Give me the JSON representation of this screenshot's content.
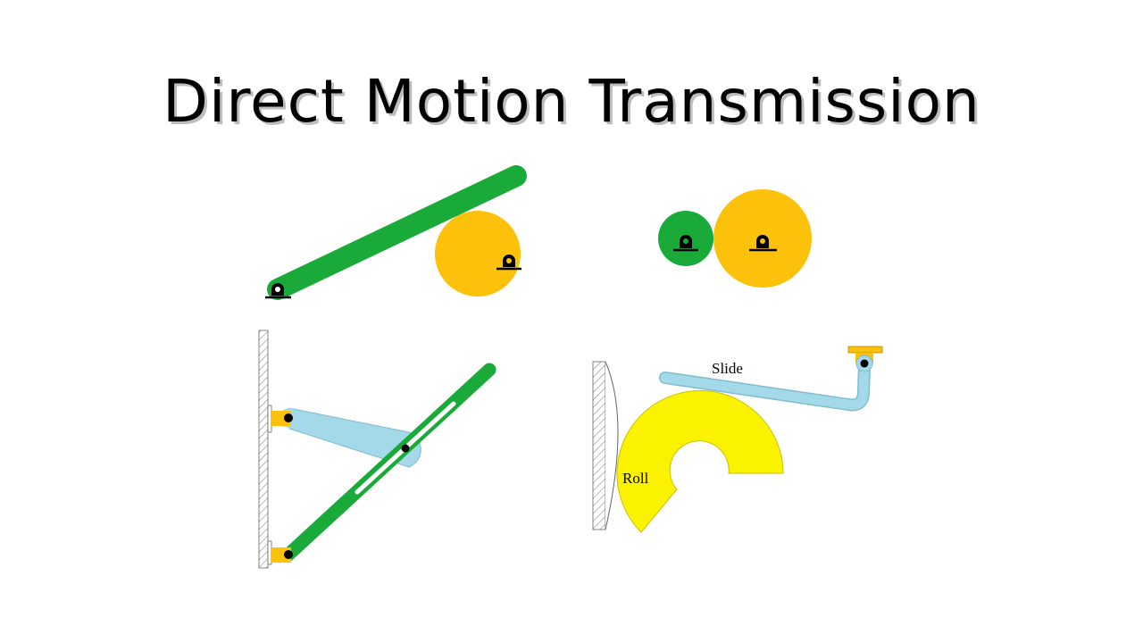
{
  "title": "Direct Motion Transmission",
  "colors": {
    "lever_green": "#1aaa3a",
    "gear_orange": "#fcc10a",
    "link_blue": "#a4d9ea",
    "roll_yellow": "#fbf200",
    "pivot_black": "#000000",
    "wall_hatch": "#888888"
  },
  "labels": {
    "slide": "Slide",
    "roll": "Roll"
  }
}
